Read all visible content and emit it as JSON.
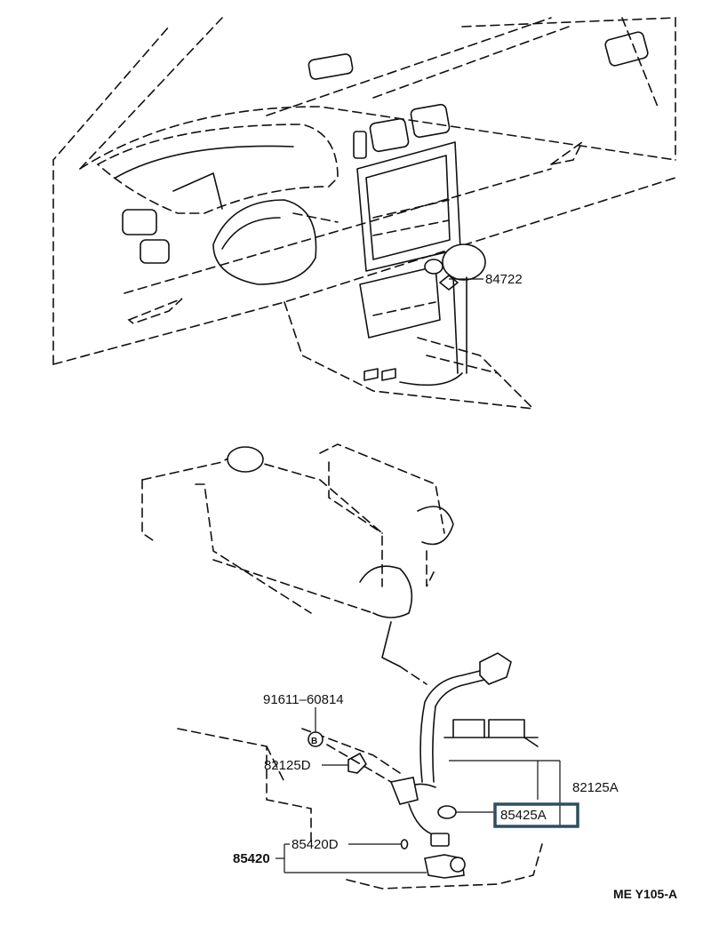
{
  "parts": {
    "p84722": "84722",
    "p91611": "91611–60814",
    "p82125D": "82125D",
    "p82125A": "82125A",
    "p85425A": "85425A",
    "p85420D": "85420D",
    "p85420": "85420"
  },
  "bolt_marker": "B",
  "diagram_code": "ME Y105-A",
  "highlight_color": "#2f4f5f"
}
